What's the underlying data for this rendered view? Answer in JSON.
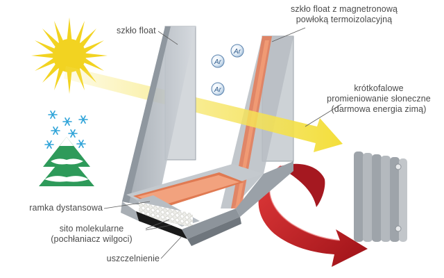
{
  "diagram": {
    "labels": {
      "float_glass": "szkło float",
      "coated_glass_line1": "szkło float z magnetronową",
      "coated_glass_line2": "powłoką termoizolacyjną",
      "solar_line1": "krótkofalowe",
      "solar_line2": "promieniowanie słoneczne",
      "solar_line3": "(darmowa energia zimą)",
      "spacer_frame": "ramka dystansowa",
      "sieve_line1": "sito molekularne",
      "sieve_line2": "(pochłaniacz wilgoci)",
      "sealant": "uszczelnienie"
    },
    "gas_symbol": "Ar",
    "colors": {
      "sun": "#f2d321",
      "snow": "#2ea3d8",
      "tree": "#2e9a5a",
      "glass": "#b8bfc6",
      "coating": "#e07a52",
      "heat_arrow": "#c8202a",
      "solar_arrow": "#f5e24a",
      "radiator": "#9ea4aa"
    }
  }
}
